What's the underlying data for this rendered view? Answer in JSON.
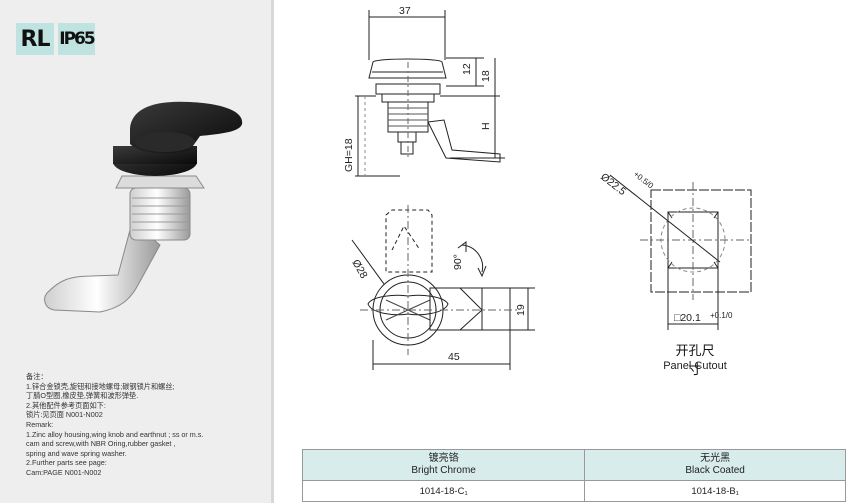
{
  "badges": {
    "rl": "RL",
    "ip": "IP65"
  },
  "notes": [
    "备注：",
    "1.锌合金锁壳,旋钮和接地螺母;碳钢锁片和螺丝;",
    "丁腈O型圈,橡皮垫,弹簧和波形弹垫.",
    "2.其他配件参考页面如下:",
    "锁片:见页面 N001-N002",
    "Remark:",
    "1.Zinc alloy housing,wing knob and earthnut ; ss or m.s.",
    "cam and screw,with NBR Oring,rubber gasket ,",
    "spring and wave spring washer.",
    "2.Further parts see page:",
    "Cam:PAGE N001-N002"
  ],
  "dimensions": {
    "width_37": "37",
    "knob_12": "12",
    "knob_18": "18",
    "h": "H",
    "gh": "GH=18",
    "dia_28": "Ø28",
    "rot_90": "90°",
    "body_19": "19",
    "len_45": "45",
    "dia_225": "Ø22.5",
    "dia_225_tol": "+0.5/0",
    "sq_201": "□20.1",
    "sq_201_tol": "+0.1/0"
  },
  "cutout": {
    "cn": "开孔尺寸",
    "en": "Panel Cutout"
  },
  "table": {
    "headers": [
      {
        "cn": "镀亮铬",
        "en": "Bright Chrome"
      },
      {
        "cn": "无光黑",
        "en": "Black Coated"
      }
    ],
    "rows": [
      [
        "1014-18-C₁",
        "1014-18-B₁"
      ]
    ]
  }
}
